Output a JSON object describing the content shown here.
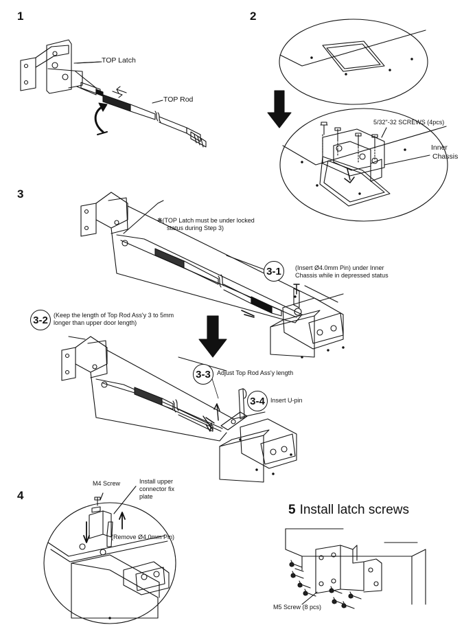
{
  "steps": {
    "s1": {
      "number": "1",
      "labels": {
        "top_latch": "TOP Latch",
        "top_rod": "TOP Rod"
      }
    },
    "s2": {
      "number": "2",
      "labels": {
        "screws": "5/32\"-32 SCREWS (4pcs)",
        "inner_1": "Inner",
        "inner_2": "Chassis"
      }
    },
    "s3": {
      "number": "3",
      "note_mark": "※",
      "note_1": "(TOP Latch must be under locked",
      "note_2": "status during Step 3)",
      "sub_3_1": {
        "badge": "3-1",
        "text_1": "(Insert Ø4.0mm Pin) under Inner",
        "text_2": "Chassis while in depressed status"
      },
      "sub_3_2": {
        "badge": "3-2",
        "text_1": "(Keep the length of Top Rod Ass'y 3 to 5mm",
        "text_2": "longer than upper door length)"
      },
      "sub_3_3": {
        "badge": "3-3",
        "text": "Adjust Top Rod Ass'y length"
      },
      "sub_3_4": {
        "badge": "3-4",
        "text": "Insert U-pin"
      }
    },
    "s4": {
      "number": "4",
      "labels": {
        "m4": "M4 Screw",
        "plate_1": "Install upper",
        "plate_2": "connector fix",
        "plate_3": "plate",
        "remove": "(Remove Ø4.0mm Pin)"
      }
    },
    "s5": {
      "number": "5",
      "title": "Install latch screws",
      "labels": {
        "m5": "M5 Screw (8 pcs)"
      }
    }
  }
}
